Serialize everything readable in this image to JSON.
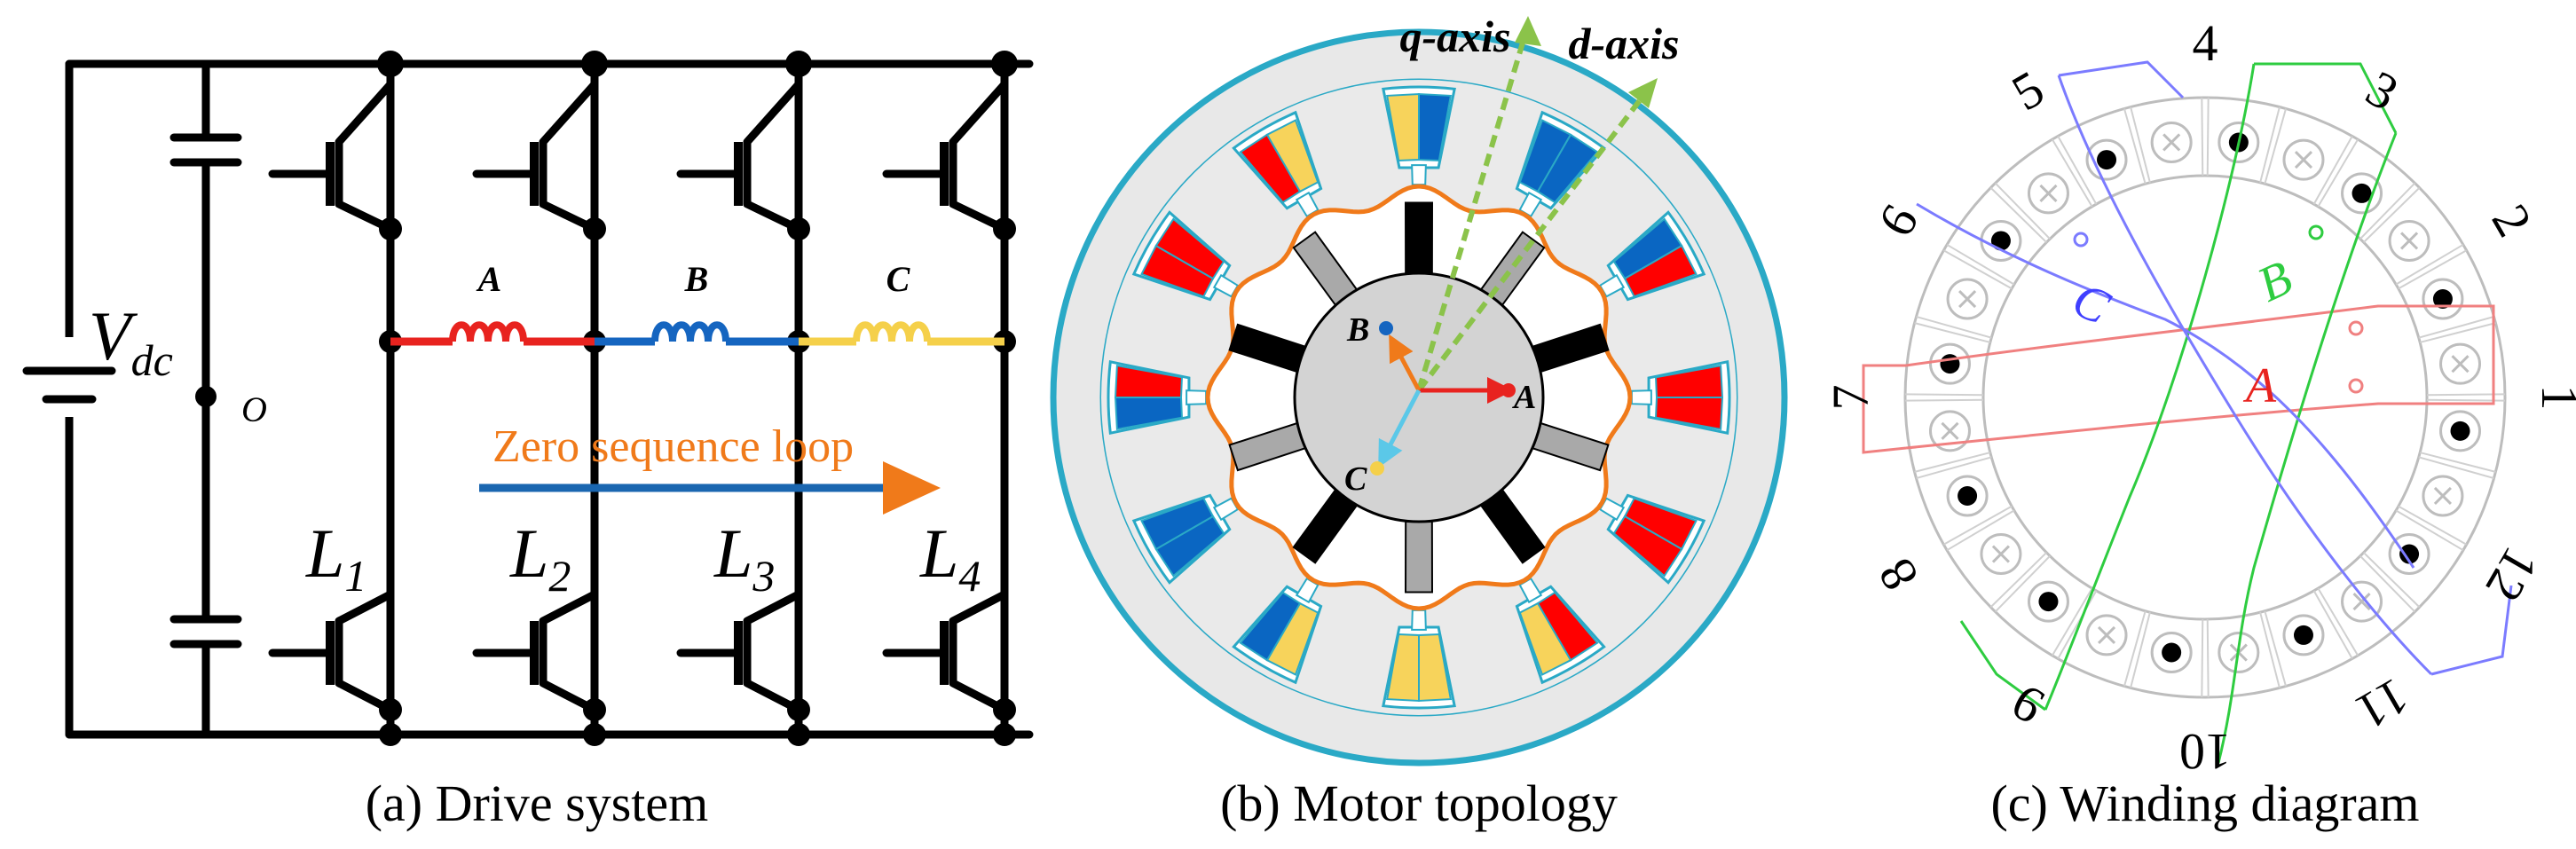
{
  "panel_a": {
    "caption": "(a) Drive system",
    "vdc_main": "V",
    "vdc_sub": "dc",
    "midpoint": "O",
    "phase_a": "A",
    "phase_b": "B",
    "phase_c": "C",
    "loop_label": "Zero sequence loop",
    "legs": [
      {
        "main": "L",
        "sub": "1"
      },
      {
        "main": "L",
        "sub": "2"
      },
      {
        "main": "L",
        "sub": "3"
      },
      {
        "main": "L",
        "sub": "4"
      }
    ]
  },
  "panel_b": {
    "caption": "(b) Motor topology",
    "q_axis": "q-axis",
    "d_axis": "d-axis",
    "vec_a": "A",
    "vec_b": "B",
    "vec_c": "C"
  },
  "panel_c": {
    "caption": "(c) Winding diagram",
    "phase_a": "A",
    "phase_b": "B",
    "phase_c": "C",
    "slot_numbers": [
      "1",
      "2",
      "3",
      "4",
      "5",
      "6",
      "7",
      "8",
      "9",
      "10",
      "11",
      "12"
    ]
  },
  "colors": {
    "phase_a": "#e8231f",
    "phase_b": "#1565c0",
    "phase_c": "#f5d04a",
    "loop_arrow": "#1a66b0",
    "loop_head": "#f07a1a",
    "loop_text": "#f07a1a",
    "stator_rim": "#2aa9c6",
    "coil_red": "#ff0000",
    "coil_blue": "#0a66c2",
    "coil_yellow": "#f7d35b",
    "axis_green": "#8bc34a",
    "flux_orange": "#f07a1a",
    "wind_a": "#f08080",
    "wind_b": "#2ecc40",
    "wind_c": "#7b7bff"
  }
}
